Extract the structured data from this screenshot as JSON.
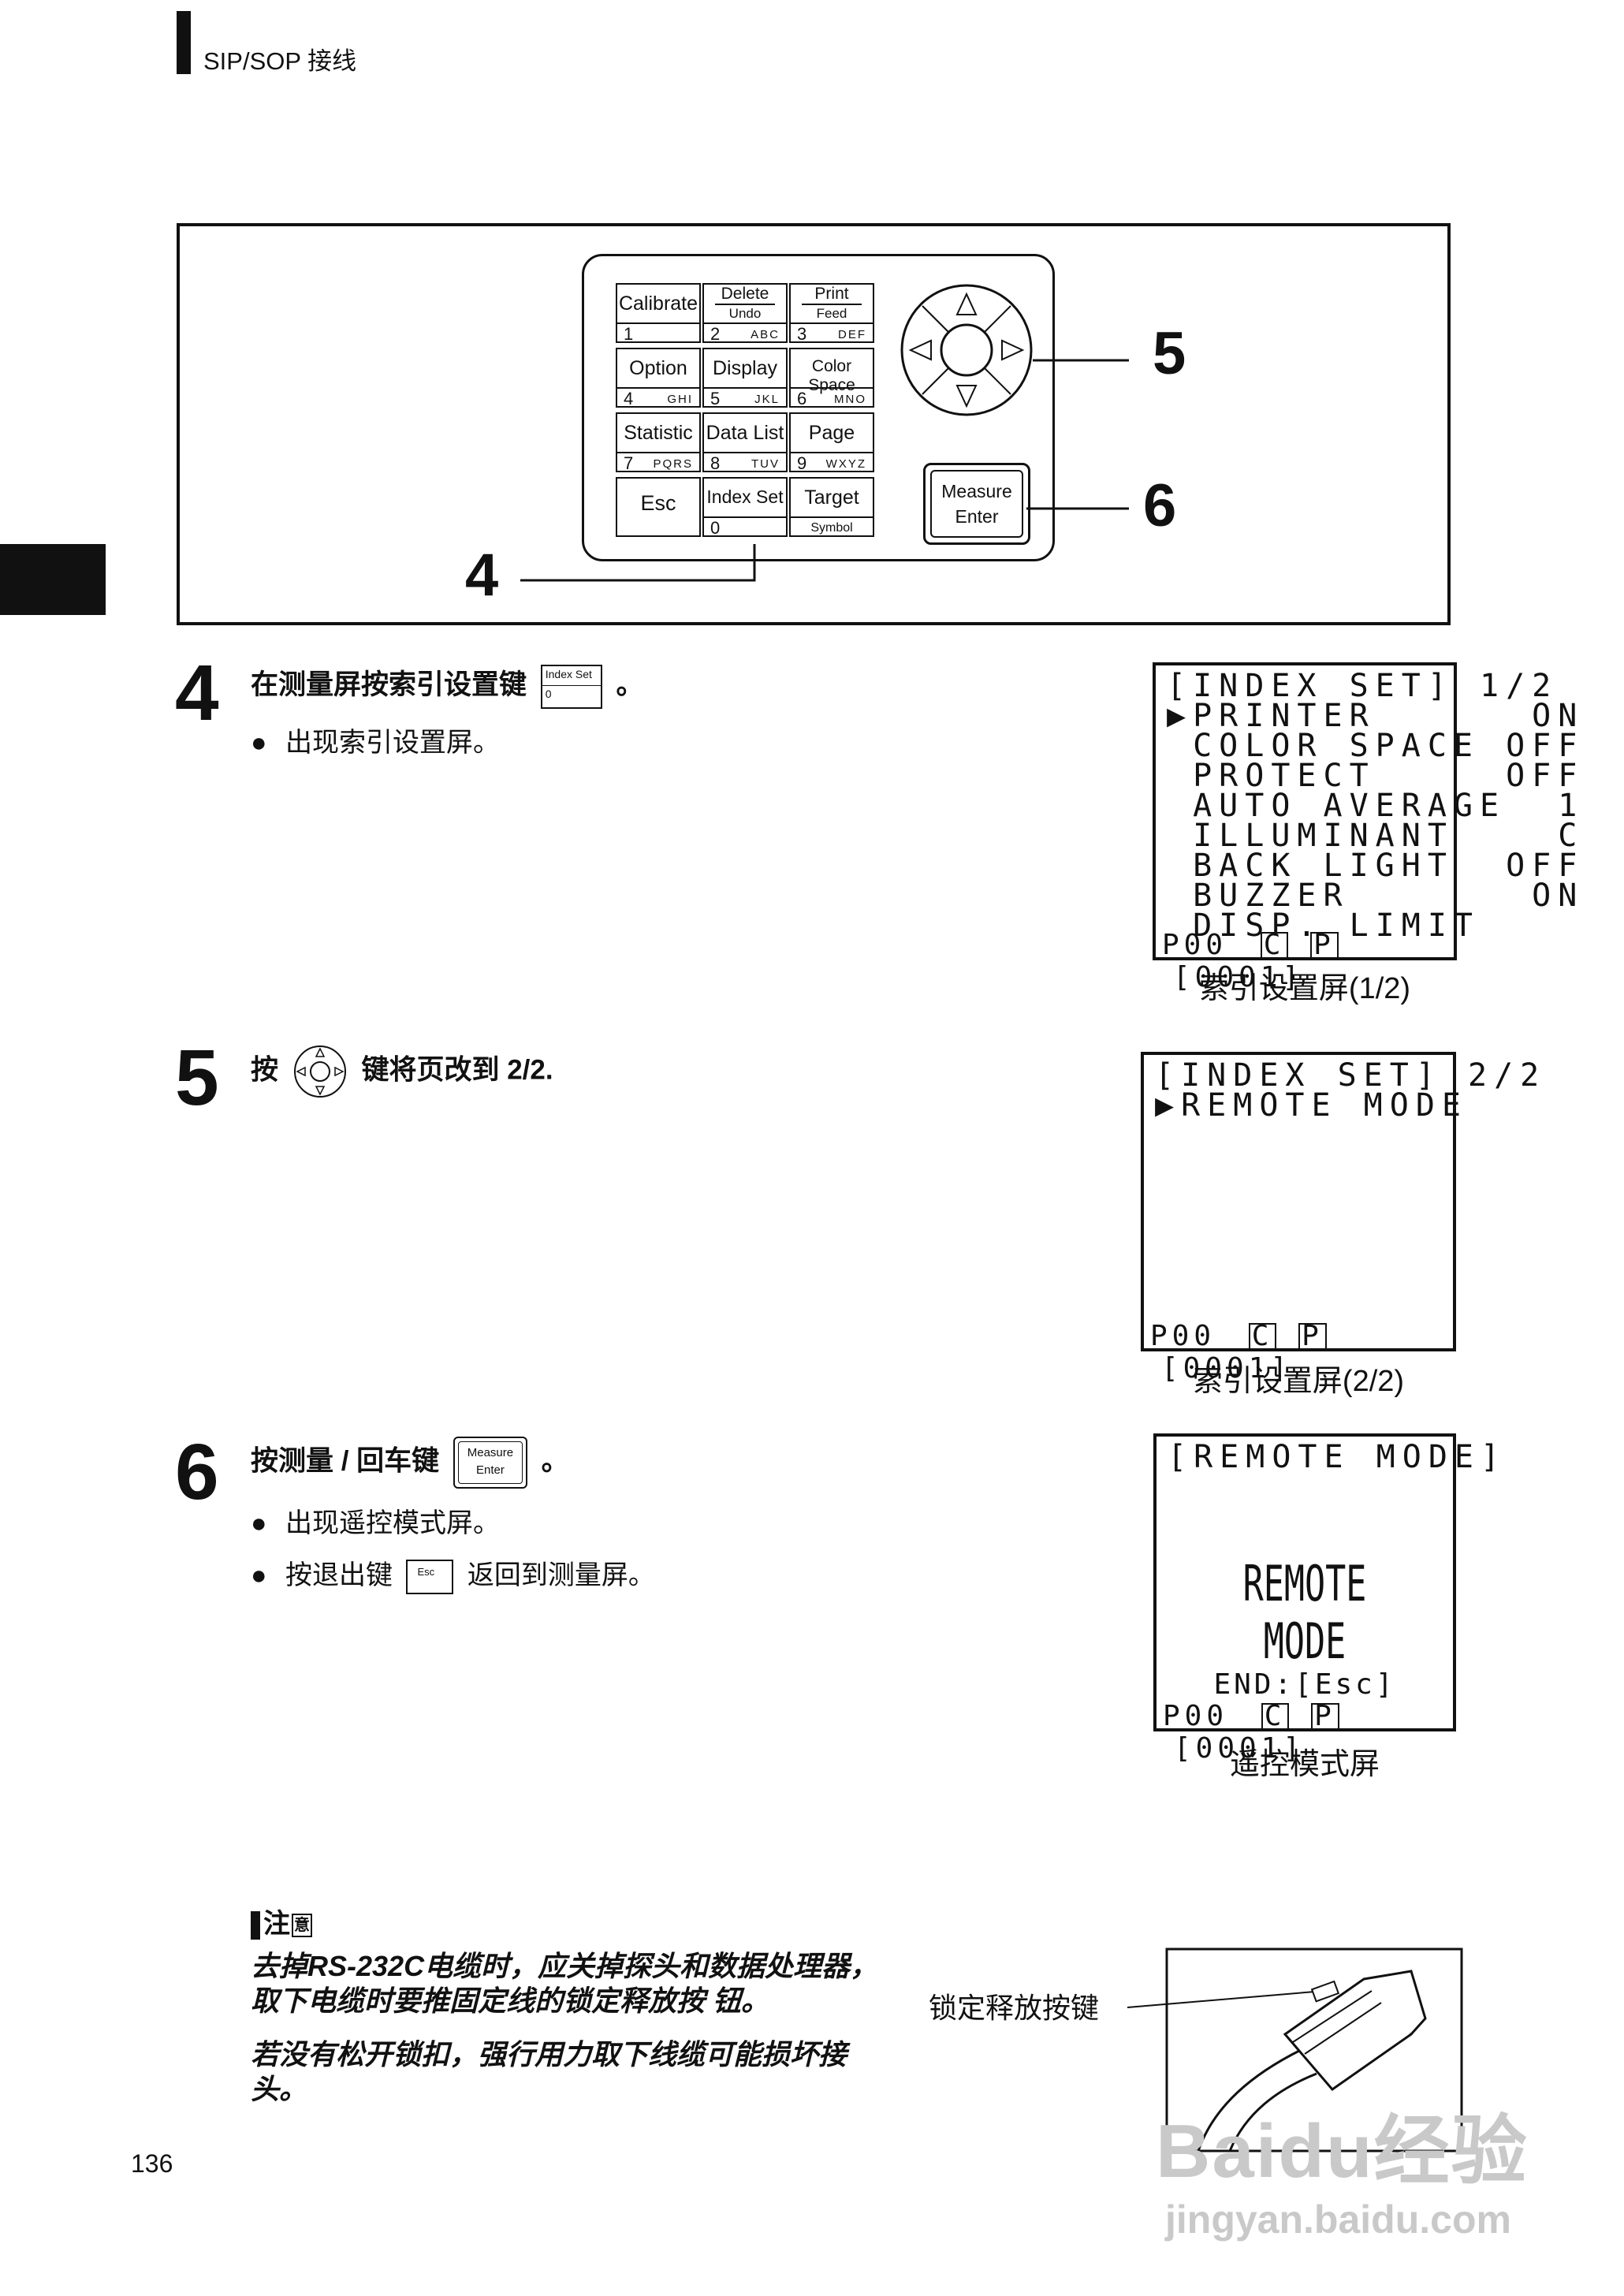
{
  "header": {
    "title": "SIP/SOP 接线"
  },
  "diagram": {
    "keypad": {
      "keys": [
        {
          "id": "calibrate",
          "main": "Calibrate",
          "num": "1",
          "letters": ""
        },
        {
          "id": "delete",
          "upper": "Delete",
          "lower": "Undo",
          "num": "2",
          "letters": "ABC"
        },
        {
          "id": "print",
          "upper": "Print",
          "lower": "Feed",
          "num": "3",
          "letters": "DEF"
        },
        {
          "id": "option",
          "main": "Option",
          "num": "4",
          "letters": "GHI"
        },
        {
          "id": "display",
          "main": "Display",
          "num": "5",
          "letters": "JKL"
        },
        {
          "id": "color-space",
          "main": "Color Space",
          "num": "6",
          "letters": "MNO"
        },
        {
          "id": "statistic",
          "main": "Statistic",
          "num": "7",
          "letters": "PQRS"
        },
        {
          "id": "data-list",
          "main": "Data List",
          "num": "8",
          "letters": "TUV"
        },
        {
          "id": "page",
          "main": "Page",
          "num": "9",
          "letters": "WXYZ"
        },
        {
          "id": "esc",
          "main": "Esc"
        },
        {
          "id": "index-set",
          "main": "Index Set",
          "num": "0"
        },
        {
          "id": "target",
          "main": "Target",
          "sub": "Symbol"
        }
      ],
      "measure": {
        "line1": "Measure",
        "line2": "Enter"
      }
    },
    "callouts": {
      "c4": "4",
      "c5": "5",
      "c6": "6"
    }
  },
  "steps": [
    {
      "num": "4",
      "text": "在测量屏按索引设置键",
      "suffix": "。",
      "key_line1": "Index Set",
      "key_line2": "0",
      "bullets": [
        "出现索引设置屏。"
      ]
    },
    {
      "num": "5",
      "text_before": "按",
      "text_after": "键将页改到 2/2."
    },
    {
      "num": "6",
      "text": "按测量 / 回车键",
      "suffix": "。",
      "key_line1": "Measure",
      "key_line2": "Enter",
      "bullet1": "出现遥控模式屏。",
      "bullet2_before": "按退出键",
      "bullet2_key": "Esc",
      "bullet2_after": "返回到测量屏。"
    }
  ],
  "screens": {
    "s1": {
      "lines": [
        "[INDEX SET] 1/2",
        "▶PRINTER      ON",
        " COLOR SPACE OFF",
        " PROTECT     OFF",
        " AUTO AVERAGE  1",
        " ILLUMINANT    C",
        " BACK LIGHT  OFF",
        " BUZZER       ON",
        " DISP. LIMIT"
      ],
      "status": {
        "left": "P00",
        "c": "C",
        "p": "P",
        "right": "[0001]"
      },
      "caption": "索引设置屏(1/2)"
    },
    "s2": {
      "lines": [
        "[INDEX SET] 2/2",
        "▶REMOTE MODE"
      ],
      "status": {
        "left": "P00",
        "c": "C",
        "p": "P",
        "right": "[0001]"
      },
      "caption": "索引设置屏(2/2)"
    },
    "s3": {
      "title": "[REMOTE MODE]",
      "big": "REMOTE MODE",
      "end": "END:[Esc]",
      "status": {
        "left": "P00",
        "c": "C",
        "p": "P",
        "right": "[0001]"
      },
      "caption": "遥控模式屏"
    }
  },
  "note": {
    "title_main": "注",
    "title_small": "意",
    "para1": "去掉RS-232C电缆时，应关掉探头和数据处理器，取下电缆时要推固定线的锁定释放按 钮。",
    "para2": "若没有松开锁扣，强行用力取下线缆可能损坏接头。",
    "figure_label": "锁定释放按键"
  },
  "page_number": "136",
  "watermark": {
    "logo": "Baidu经验",
    "url": "jingyan.baidu.com"
  }
}
